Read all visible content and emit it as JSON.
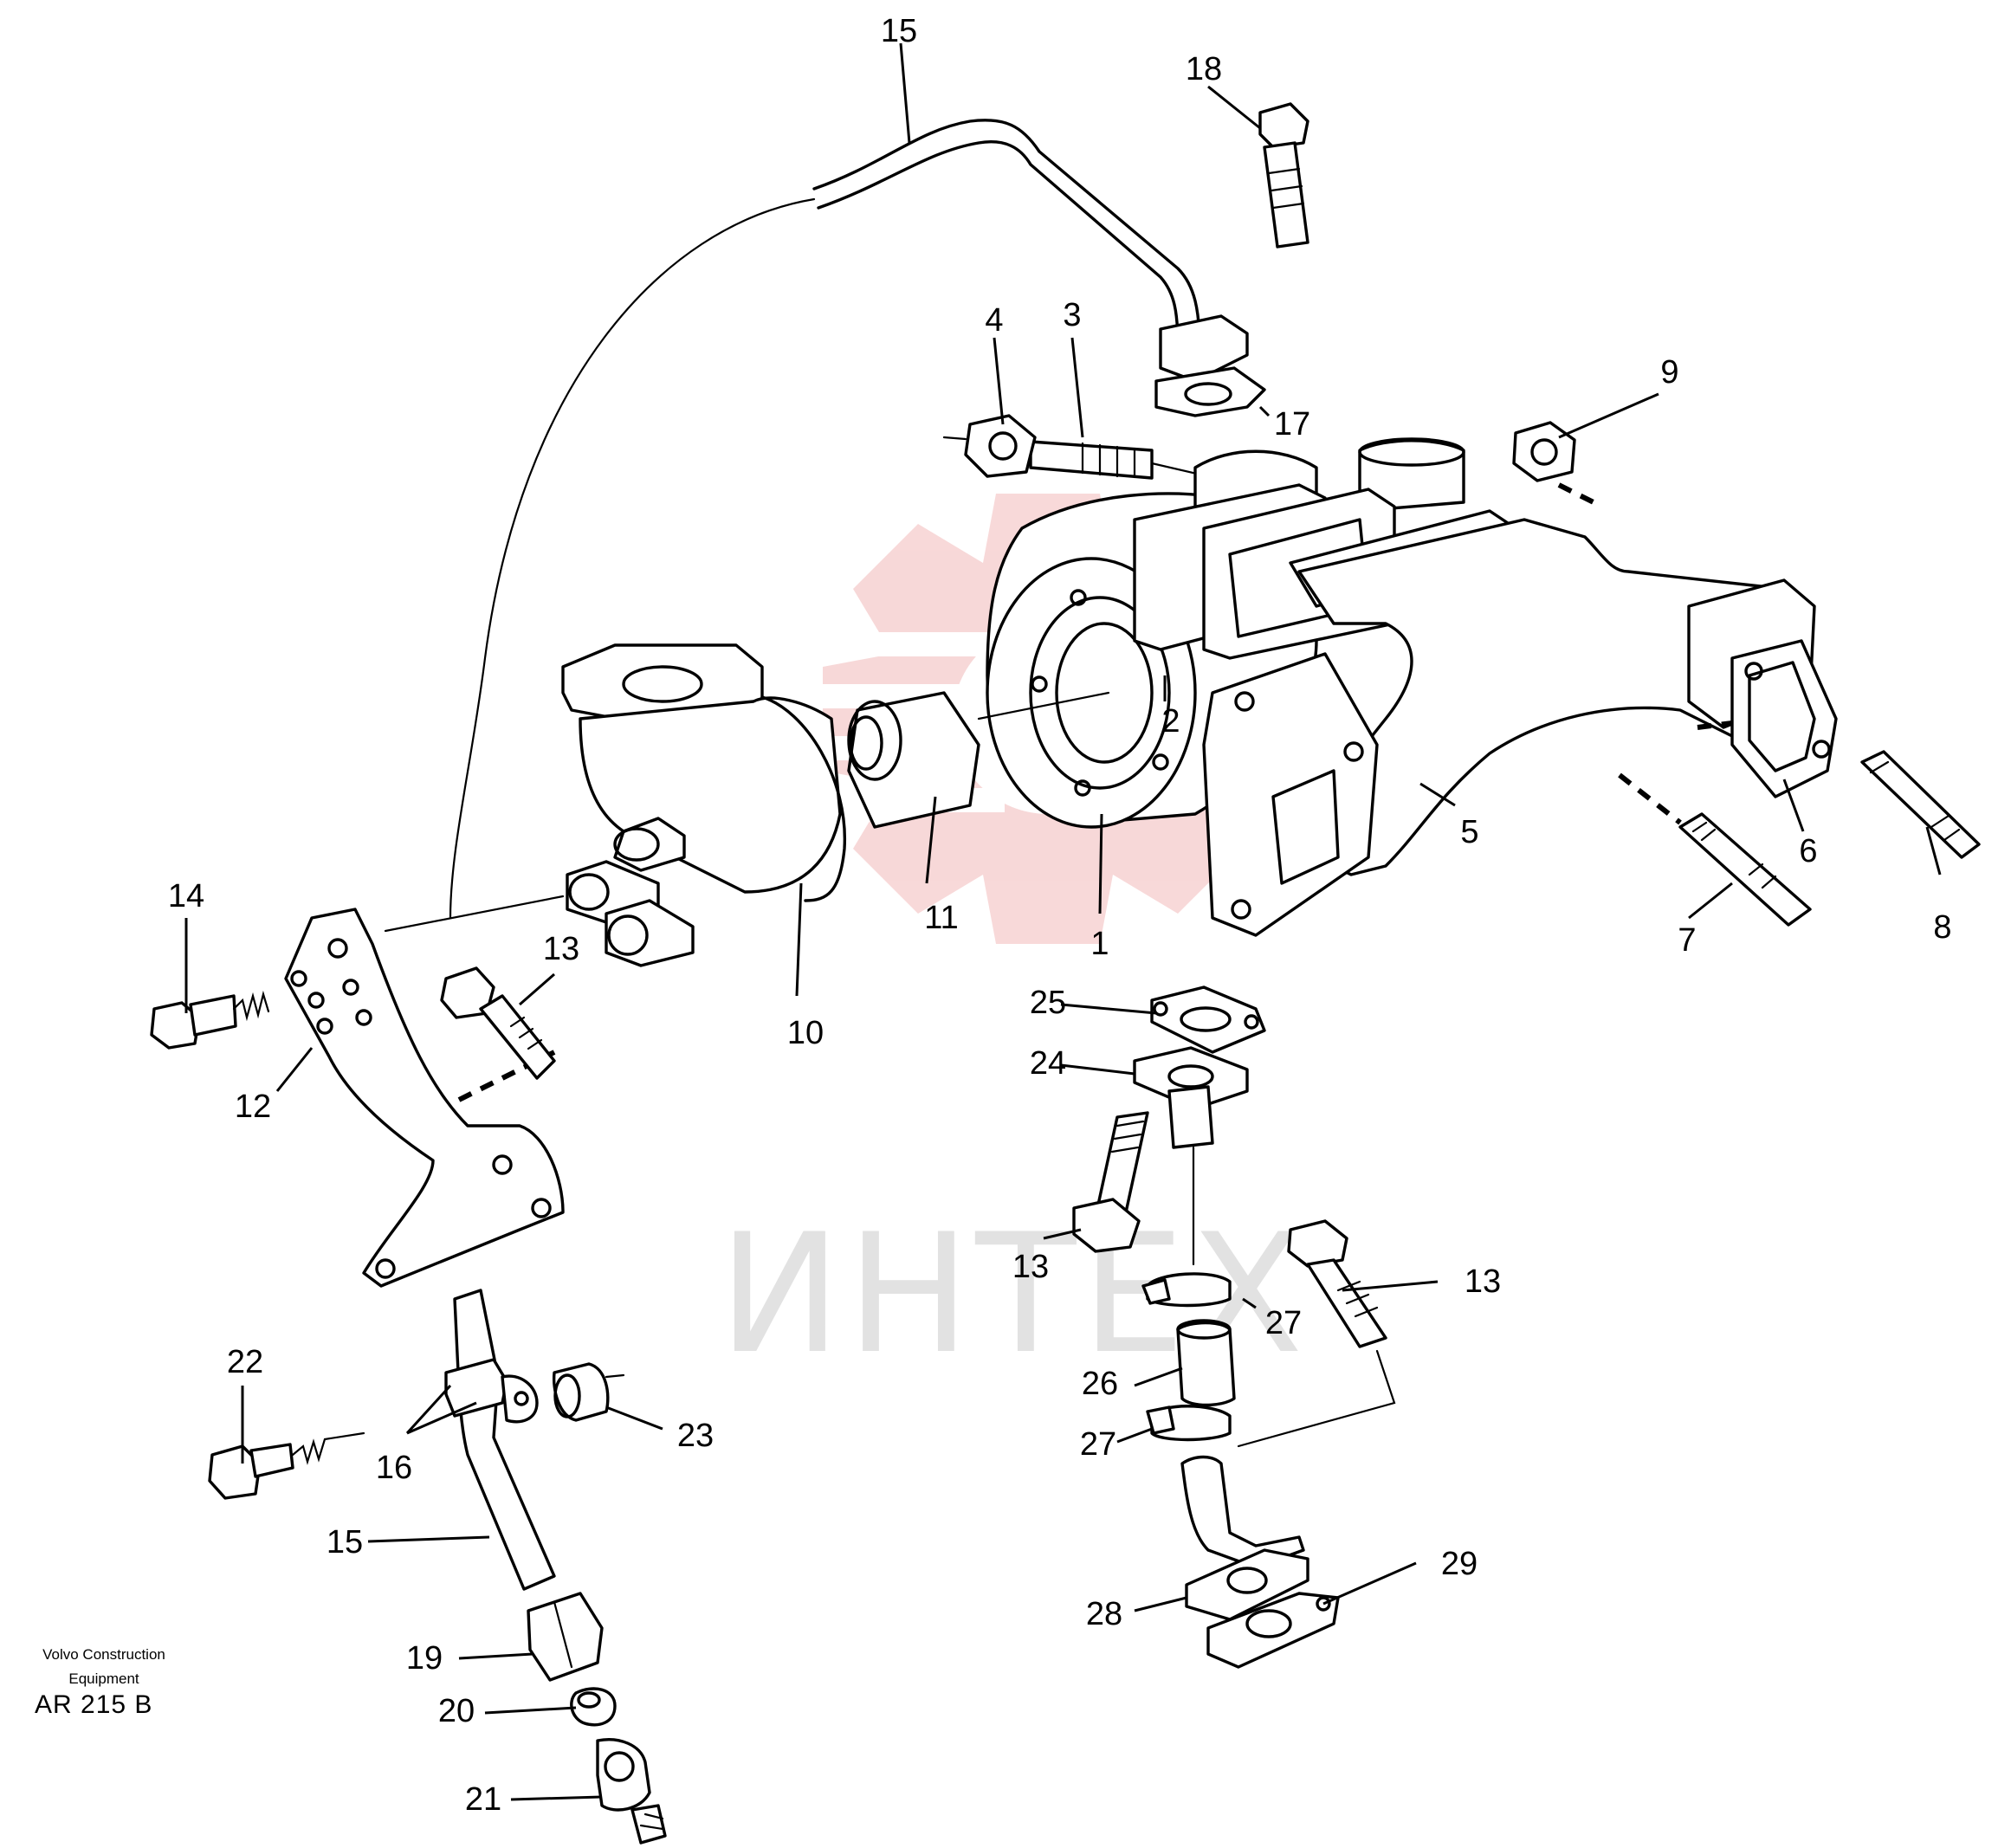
{
  "diagram": {
    "callouts": [
      "15",
      "18",
      "4",
      "3",
      "17",
      "9",
      "2",
      "5",
      "6",
      "8",
      "7",
      "11",
      "1",
      "10",
      "14",
      "13",
      "12",
      "25",
      "24",
      "13",
      "13",
      "27",
      "26",
      "27",
      "22",
      "23",
      "16",
      "15",
      "19",
      "20",
      "21",
      "28",
      "29"
    ]
  },
  "caption": {
    "company": "Volvo Construction Equipment",
    "code": "AR 215 B"
  },
  "watermark": {
    "text": "ИНТЕХ",
    "color": "#f2b9b9"
  }
}
